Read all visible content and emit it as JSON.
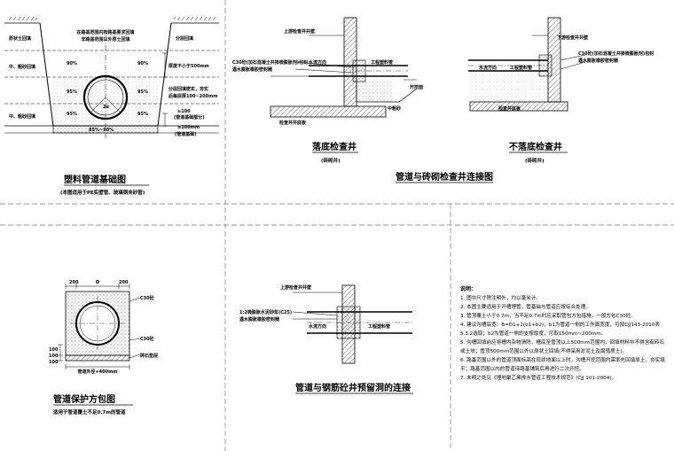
{
  "panel1": {
    "top_note1": "在路基范围内按路基要求回填",
    "top_note2": "非路基范围以外原土回填",
    "left_label1": "原状土回填",
    "left_label2": "中、粗砂回填",
    "left_label3": "中、粗砂回填",
    "pct1": "90%",
    "pct2": "90%",
    "pct3": "95%",
    "pct4": "95%",
    "pct5": "95%",
    "pct6": "95%",
    "pct7": "85%~90%",
    "right_label1": "分层回填",
    "right_label2": "厚度不小于500mm",
    "right_label3": "分层回填密实，夯实",
    "right_label4": "后每层厚100~200mm",
    "right_label5": "≥100",
    "right_label6": "(管道基础部分)",
    "right_label7": "≥100mm",
    "right_label8": "(管道基础)",
    "angle": "2α",
    "title": "塑料管道基础图",
    "subtitle": "(本图适用于PE实壁管、玻璃钢夹砂管)"
  },
  "panel2": {
    "label_top1": "上游检查井井壁",
    "label_c30": "C30砼(加石混凝土并掺微膨胀剂)包封",
    "label_seal": "遇水膨胀橡胶密封圈",
    "label_flow": "水流方向",
    "label_pipe": "工程塑料管",
    "label_trench": "开挖面",
    "label_sand": "中粗砂",
    "label_bottom": "检查井井底板",
    "title1": "落底检查井",
    "sub1": "(砖砌井)",
    "title2": "不落底检查井",
    "sub2": "(砖砌井)",
    "label_top2": "下游检查井井壁",
    "label_c30b": "C30砼(加石混凝土并掺微膨胀剂)包封",
    "label_seal2": "遇水膨胀橡胶密封圈",
    "label_flow2": "水流方向",
    "label_pipe2": "工程塑料管",
    "label_bottom2": "检查井底板",
    "main_title": "管道与砖砌检查井连接图"
  },
  "panel3": {
    "dim1": "200",
    "dim2": "D",
    "dim3": "200",
    "c30_1": "C30砼",
    "c30_2": "C30砼",
    "base": "碎石垫层",
    "dim_side1": "100",
    "dim_side2": "100",
    "dim_side3": "100",
    "width_label": "管道外径+400mm",
    "title": "管道保护方包图",
    "subtitle": "适用于管道覆土不足0.7m的管道"
  },
  "panel4": {
    "label_top": "上游检查井井壁",
    "label_mortar": "1:2微膨胀水泥砂浆(C25)",
    "label_seal": "遇水膨胀橡胶密封圈",
    "label_flow": "水流方向",
    "label_pipe": "工程塑料管",
    "title": "管道与钢筋砼井预留洞的连接"
  },
  "notes": {
    "title": "说明：",
    "items": [
      "1. 图中尺寸除注明外，均以毫米计。",
      "2. 本图主要适用于开槽埋管，管基础与管道应按综合处理。",
      "3. 管顶覆土小于0.7m，当不足0.7m时应采取管包方包措施，一般方包C30砼。",
      "4. 建议沟槽底宽：B=D1+2(b1+b2)，b1为管道一侧的工作面宽度，可按CJJ143-2010表5.3.2选取；b2为管道一侧的支撑厚度，可取150mm~200mm。",
      "5. 沟槽回填前应将槽内杂物清除，槽底至管顶以上500mm范围内，回填材料中不得含有砖石或土块；管顶500mm范围以外以原状土回填(不得采用淤泥土及腐殖质土)。",
      "6. 路基范围以外的管道顶面标高在现状地面以上时，沟槽开挖范围内需率先回填原土，夯实填平；路基范围以内的管道待路基铺筑后再进行二次开挖。",
      "7. 未明之处见《埋地聚乙烯排水管道工程技术规范》(CJJ 101-2004)。"
    ]
  }
}
